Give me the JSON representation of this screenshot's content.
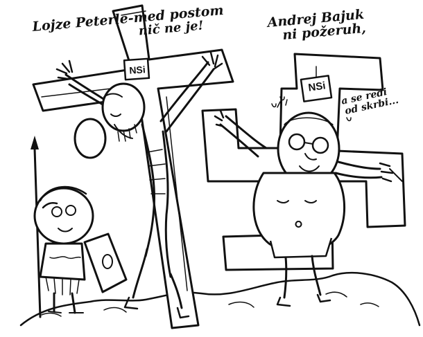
{
  "captions": {
    "left_line1": "Lojze Peterle-med postom",
    "left_line2": "nič ne je!",
    "right_line1": "Andrej Bajuk",
    "right_line2": "ni požeruh,",
    "aside_line1": "a se redi",
    "aside_line2": "od skrbi..."
  },
  "signs": {
    "left": "NSi",
    "right": "NSi"
  },
  "colors": {
    "ink": "#111111",
    "paper": "#ffffff"
  }
}
